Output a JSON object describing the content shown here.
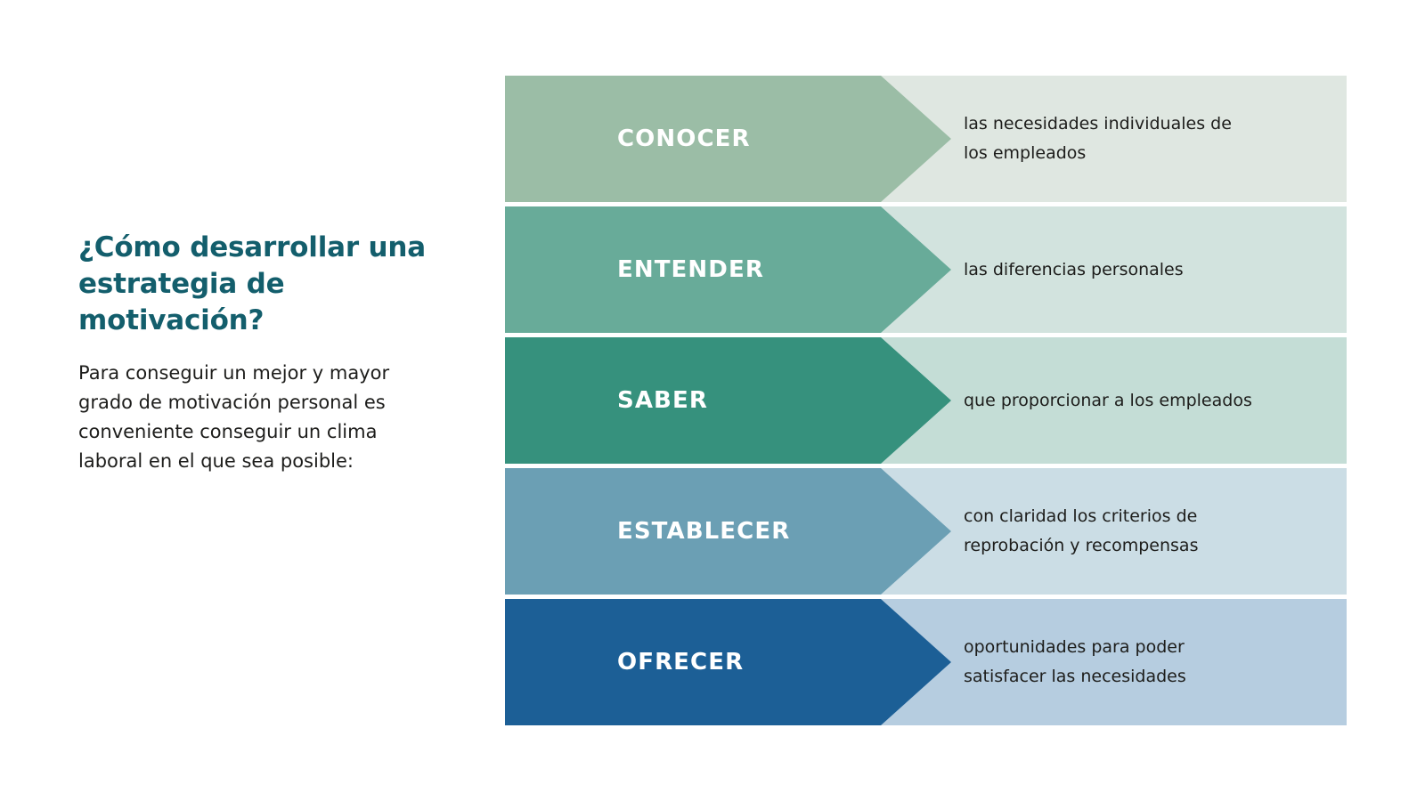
{
  "intro": {
    "heading": "¿Cómo desarrollar una estrategia de motivación?",
    "body": "Para conseguir un mejor y mayor grado de motivación personal es conveniente conseguir un clima laboral en el que sea posible:"
  },
  "diagram": {
    "type": "chevron-process",
    "rows": [
      {
        "label": "CONOCER",
        "description": "las necesidades individuales de los empleados",
        "description_lines": [
          "las necesidades individuales de",
          "los empleados"
        ],
        "arrow_color": "#9bbda6",
        "tail_color": "#dfe7e1"
      },
      {
        "label": "ENTENDER",
        "description": "las diferencias personales",
        "description_lines": [
          "las diferencias personales"
        ],
        "arrow_color": "#68ab99",
        "tail_color": "#d2e3de"
      },
      {
        "label": "SABER",
        "description": "que proporcionar a los empleados",
        "description_lines": [
          "que proporcionar a los empleados"
        ],
        "arrow_color": "#36917d",
        "tail_color": "#c4ddd6"
      },
      {
        "label": "ESTABLECER",
        "description": "con claridad los criterios de reprobación y recompensas",
        "description_lines": [
          "con claridad los criterios de",
          "reprobación y recompensas"
        ],
        "arrow_color": "#6b9fb4",
        "tail_color": "#cbdde5"
      },
      {
        "label": "OFRECER",
        "description": "oportunidades para poder satisfacer las necesidades",
        "description_lines": [
          "oportunidades para poder",
          "satisfacer las necesidades"
        ],
        "arrow_color": "#1c5f96",
        "tail_color": "#b6cde0"
      }
    ]
  },
  "colors": {
    "heading": "#135e6c",
    "text": "#1d1d1b",
    "label": "#ffffff",
    "background": "#ffffff"
  }
}
